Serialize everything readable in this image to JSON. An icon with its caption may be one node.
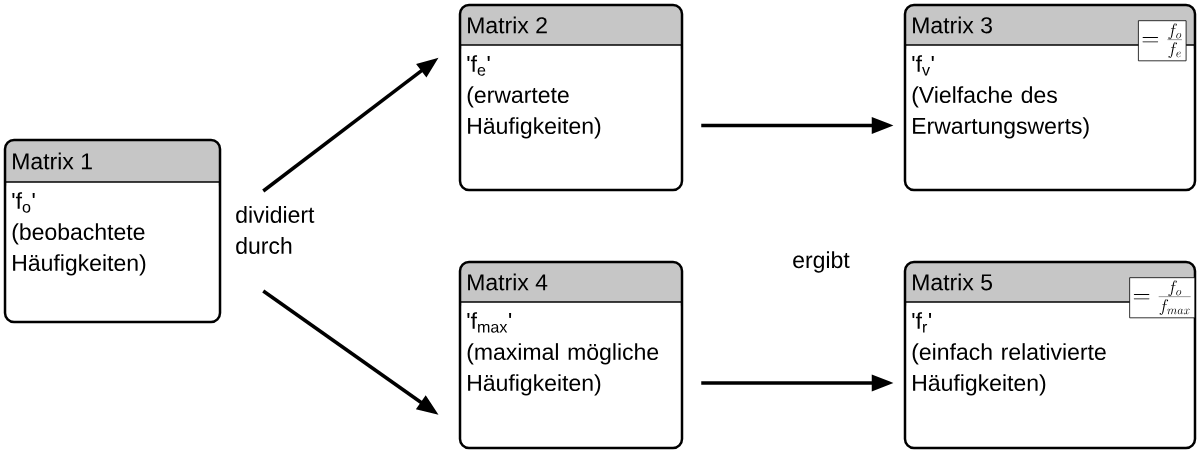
{
  "diagram": {
    "nodes": [
      {
        "text": [
          "Matrix 1",
          "'f$_{o}$'",
          "(beobachtete Häufigkeiten)"
        ]
      },
      {
        "text": [
          "Matrix 2",
          "'f$_{e}$'",
          "(erwartete Häufigkeiten)"
        ]
      },
      {
        "text": [
          "Matrix 3",
          "'f$_{v}$'",
          "(Vielfache des Erwartungswerts)"
        ]
      },
      {
        "text": [
          "=\\frac{f_o}{f_e}"
        ],
        "in": 2
      },
      {
        "text": [
          "Matrix 4",
          "'f$_{max}$'",
          "(maximal mögliche Häufigkeiten)"
        ]
      },
      {
        "text": [
          "Matrix 5",
          "'f$_{r}$'",
          "(einfach relativierte Häufigkeiten)"
        ]
      },
      {
        "text": [
          "=\\frac{f_o}{f_{max}}"
        ],
        "in": 5
      }
    ],
    "edges": [
      {
        "from": 0,
        "to": 1,
        "arrow": "to"
      },
      {
        "from": 0,
        "to": 4,
        "arrow": "to"
      },
      {
        "from": 1,
        "to": 2,
        "arrow": "to"
      },
      {
        "from": 4,
        "to": 5,
        "arrow": "to"
      }
    ],
    "labels": [
      "dividiert durch",
      "ergibt"
    ]
  }
}
